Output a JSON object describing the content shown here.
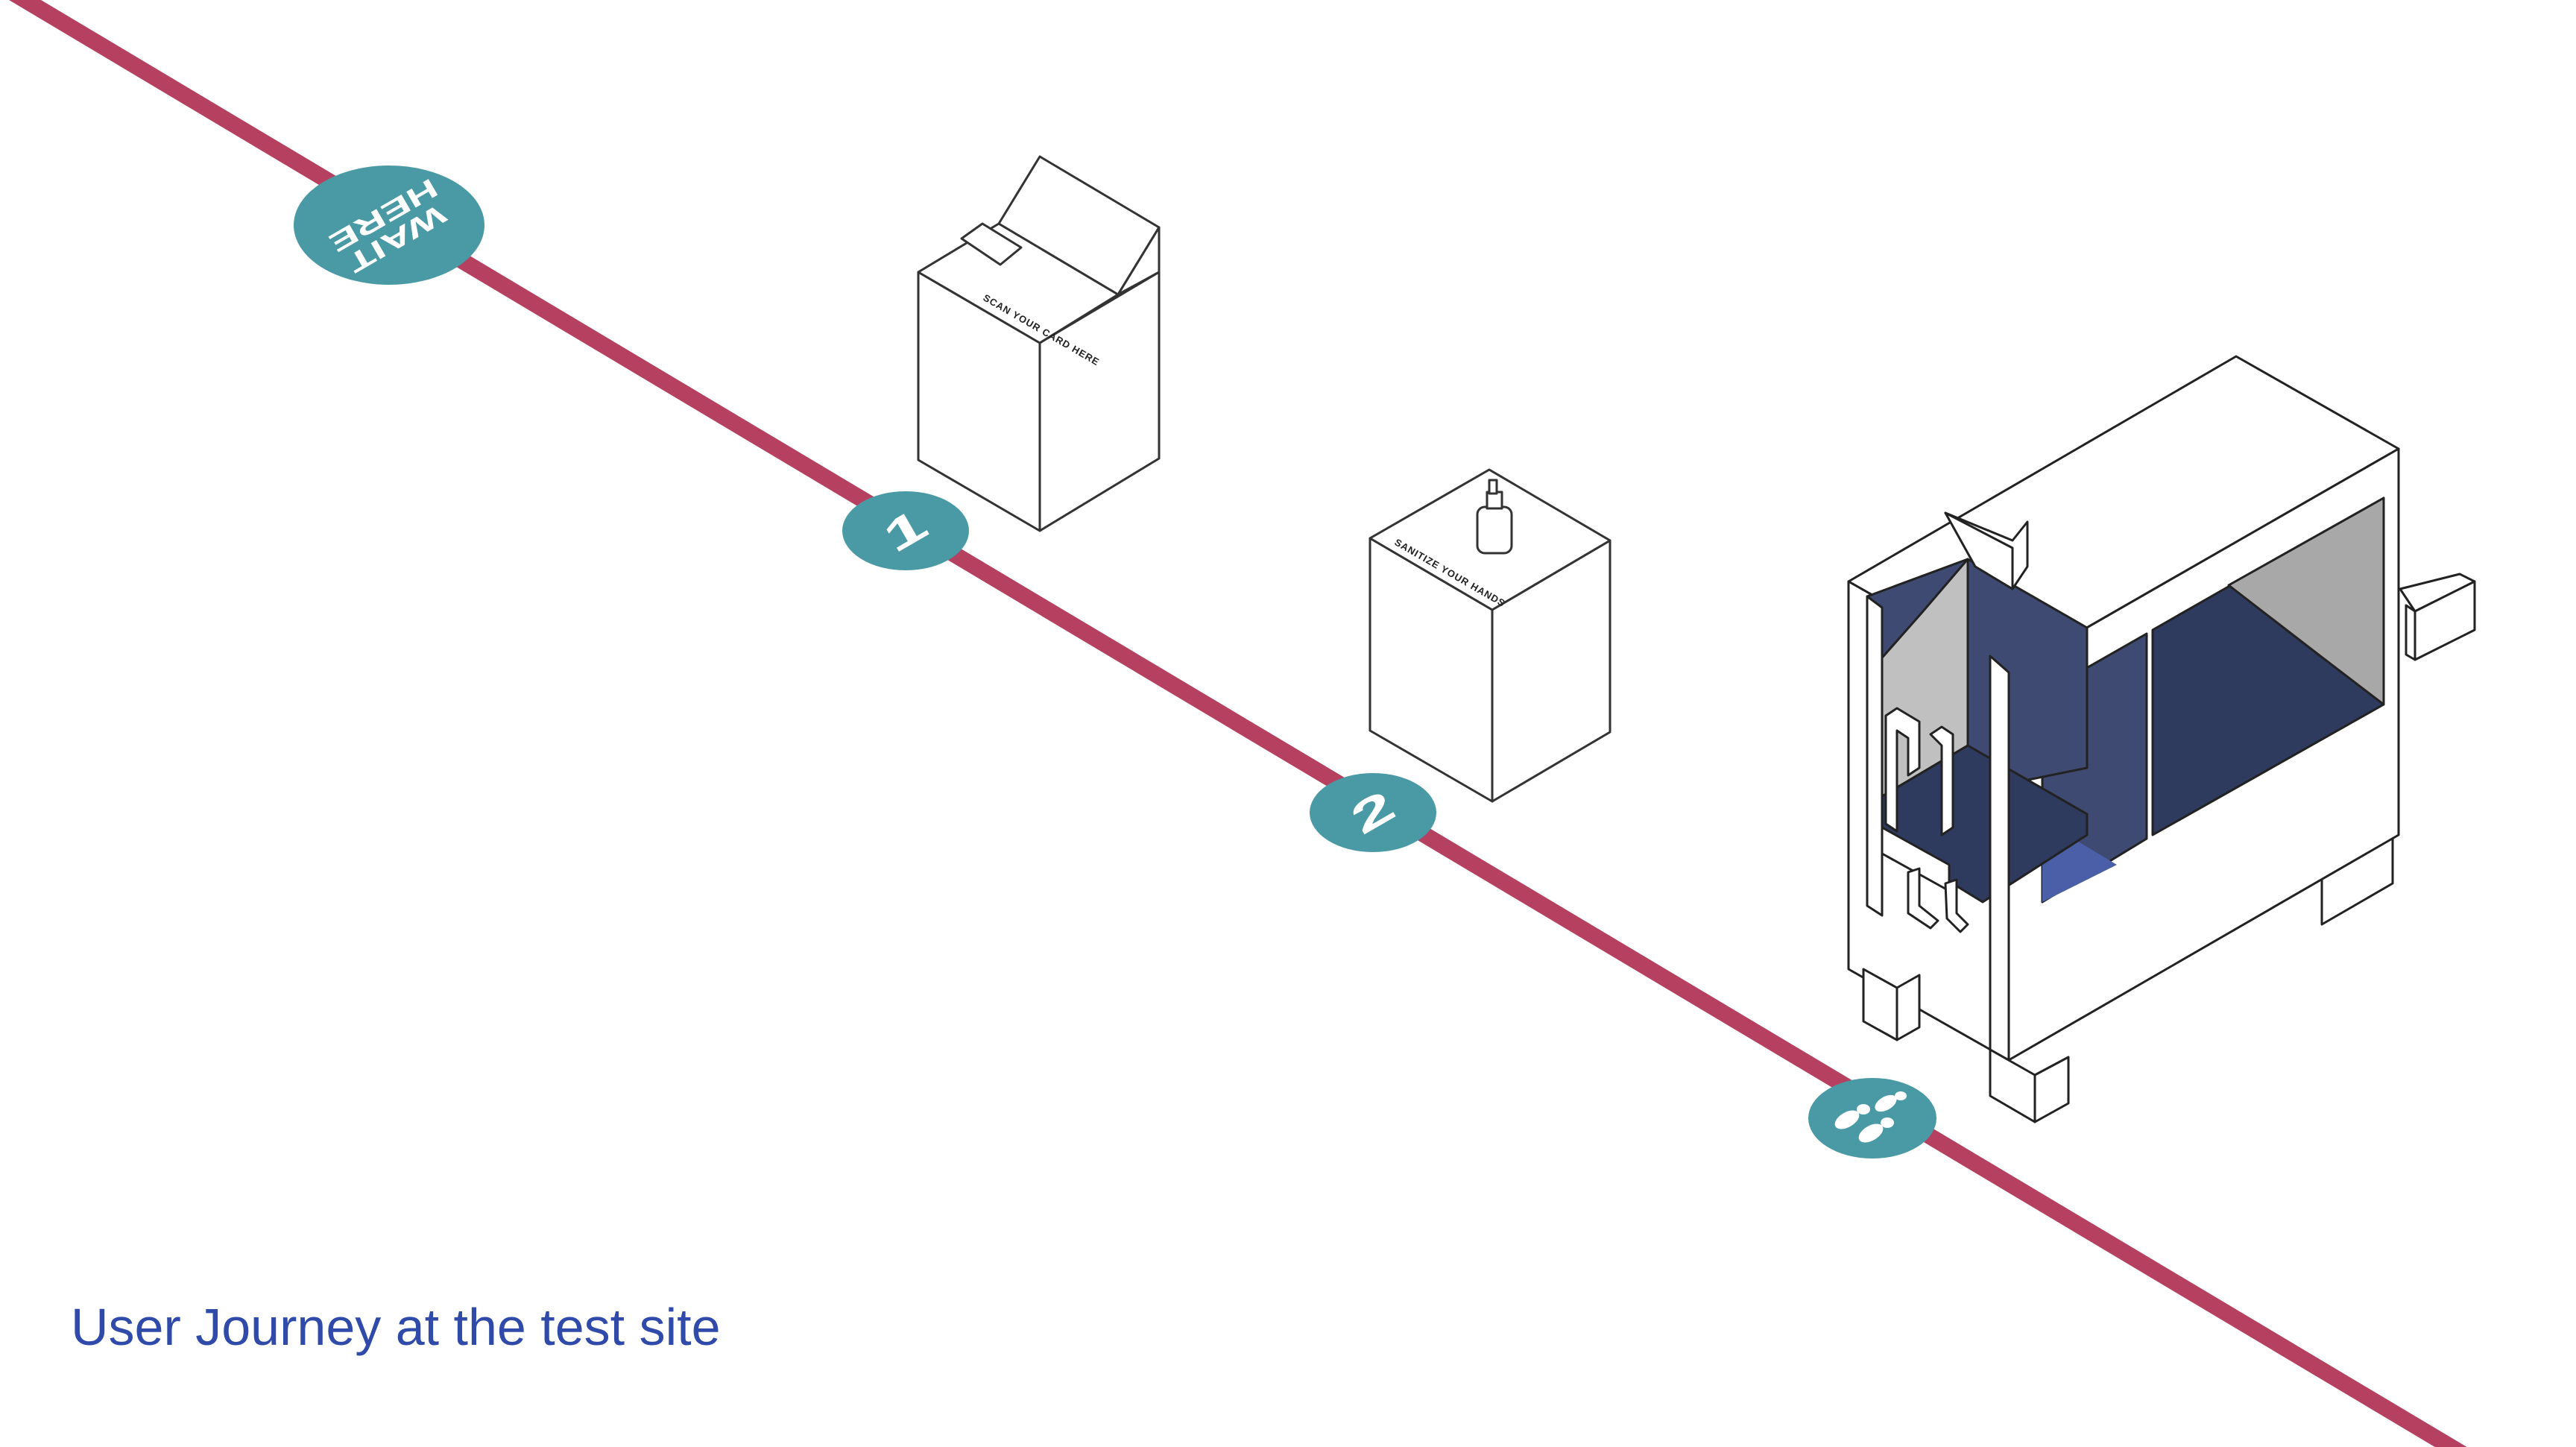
{
  "caption": "User Journey at the test site",
  "markers": {
    "wait_line1": "WAIT",
    "wait_line2": "HERE",
    "step1": "1",
    "step2": "2"
  },
  "labels": {
    "scan_card": "SCAN YOUR CARD HERE",
    "sanitize": "SANITIZE YOUR HANDS"
  },
  "colors": {
    "path_line": "#b5405f",
    "marker_teal": "#4a9aa5",
    "caption_blue": "#2f4aa8",
    "booth_glass_dark": "#2e3a5e",
    "booth_glass_mid": "#3f4a72",
    "booth_floor_blue": "#4a5fa8",
    "booth_wall_grey": "#a8a8a8"
  },
  "icons": {
    "footprints": "footprints-icon",
    "soap_bottle": "soap-bottle-icon",
    "screen": "screen-icon"
  }
}
